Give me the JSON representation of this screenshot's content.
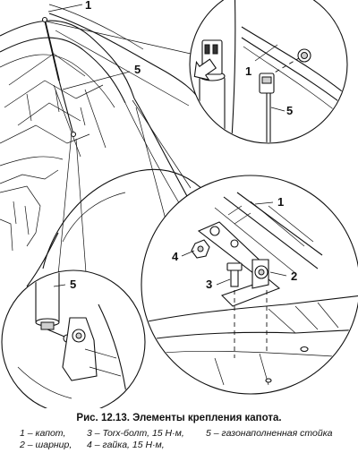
{
  "figure": {
    "callouts": {
      "c1_top": "1",
      "c5_top": "5",
      "c1_inset": "1",
      "c5_inset": "5",
      "c1_right": "1",
      "c4": "4",
      "c2": "2",
      "c3": "3",
      "c5_left": "5"
    }
  },
  "caption": {
    "title": "Рис. 12.13. Элементы крепления капота.",
    "legend_row1": [
      "1 – капот,",
      "3 – Torx-болт, 15 Н·м,",
      "5 – газонаполненная стойка"
    ],
    "legend_row2": [
      "2 – шарнир,",
      "4 – гайка, 15 Н·м,"
    ]
  }
}
